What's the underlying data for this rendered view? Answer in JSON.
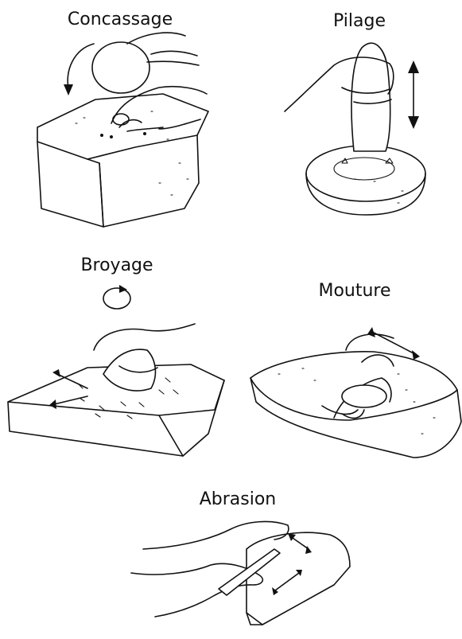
{
  "panels": [
    {
      "id": "concassage",
      "label": "Concassage",
      "icon": "hammerstone-crushing-on-block",
      "motion": "curved-down-arrow"
    },
    {
      "id": "pilage",
      "label": "Pilage",
      "icon": "pestle-pounding-in-mortar",
      "motion": "vertical-double-arrow"
    },
    {
      "id": "broyage",
      "label": "Broyage",
      "icon": "hand-grinding-on-slab",
      "motion": "circular-arrow"
    },
    {
      "id": "mouture",
      "label": "Mouture",
      "icon": "two-hands-milling-on-quern",
      "motion": "diagonal-double-arrow"
    },
    {
      "id": "abrasion",
      "label": "Abrasion",
      "icon": "hand-abrading-tool-on-stone",
      "motion": "double-arrows"
    }
  ]
}
